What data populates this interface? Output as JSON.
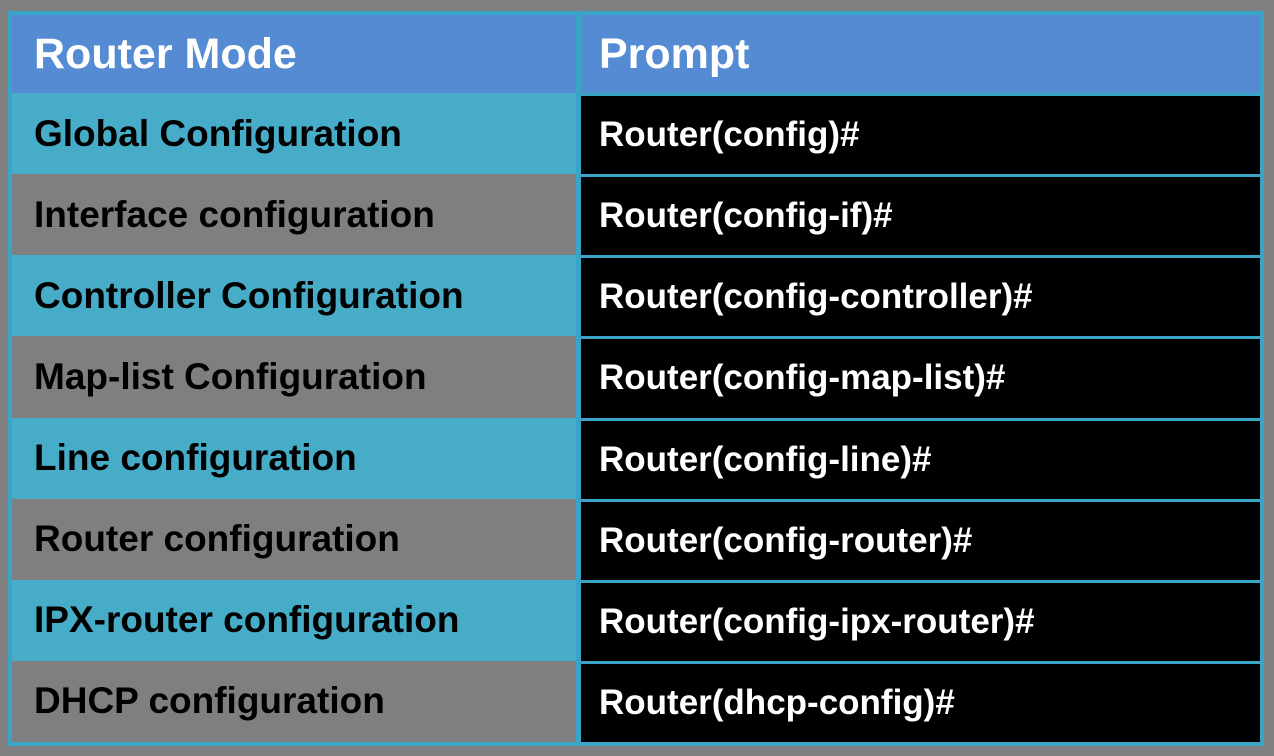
{
  "table": {
    "columns": [
      {
        "label": "Router Mode"
      },
      {
        "label": "Prompt"
      }
    ],
    "rows": [
      {
        "mode": "Global Configuration",
        "prompt": "Router(config)#",
        "variant": "teal"
      },
      {
        "mode": "Interface configuration",
        "prompt": "Router(config-if)#",
        "variant": "gray"
      },
      {
        "mode": "Controller Configuration",
        "prompt": "Router(config-controller)#",
        "variant": "teal"
      },
      {
        "mode": "Map-list Configuration",
        "prompt": "Router(config-map-list)#",
        "variant": "gray"
      },
      {
        "mode": "Line configuration",
        "prompt": "Router(config-line)#",
        "variant": "teal"
      },
      {
        "mode": "Router configuration",
        "prompt": "Router(config-router)#",
        "variant": "gray"
      },
      {
        "mode": "IPX-router configuration",
        "prompt": "Router(config-ipx-router)#",
        "variant": "teal"
      },
      {
        "mode": "DHCP configuration",
        "prompt": "Router(dhcp-config)#",
        "variant": "gray"
      }
    ],
    "colors": {
      "canvas_bg": "#7F7F7F",
      "header_bg": "#548BD3",
      "header_text": "#FFFFFF",
      "teal_row_bg": "#47ACC8",
      "gray_row_bg": "#7F7F7F",
      "mode_text": "#000000",
      "prompt_bg": "#000000",
      "prompt_text": "#FFFFFF",
      "border_teal": "#3AA4C6"
    }
  }
}
